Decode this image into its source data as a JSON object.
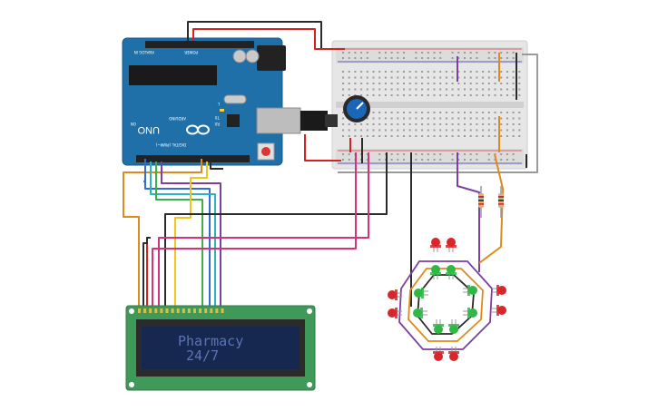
{
  "arduino": {
    "model": "UNO",
    "brand": "ARDUINO",
    "label_power": "POWER",
    "label_analog": "ANALOG IN",
    "label_digital": "DIGITAL (PWM~)",
    "label_on": "ON",
    "label_tx": "TX",
    "label_rx": "RX",
    "label_l": "L",
    "board_color": "#1f6fa8"
  },
  "lcd": {
    "line1": "Pharmacy",
    "line2": "24/7",
    "pcb_color": "#3f9a5a",
    "screen_color": "#16284f"
  },
  "potentiometer": {
    "knob_color": "#1b66b6"
  },
  "leds": {
    "red_color": "#d9262b",
    "green_color": "#2fb845"
  },
  "wire_colors": {
    "black": "#2b2b2b",
    "red": "#d32222",
    "orange": "#e08a1c",
    "purple": "#7d3fa0",
    "magenta": "#d2337a",
    "green": "#3fae49",
    "cyan": "#2ab3c6",
    "blue": "#2f6fd1",
    "yellow": "#f0c419",
    "gray": "#9a9a9a"
  }
}
